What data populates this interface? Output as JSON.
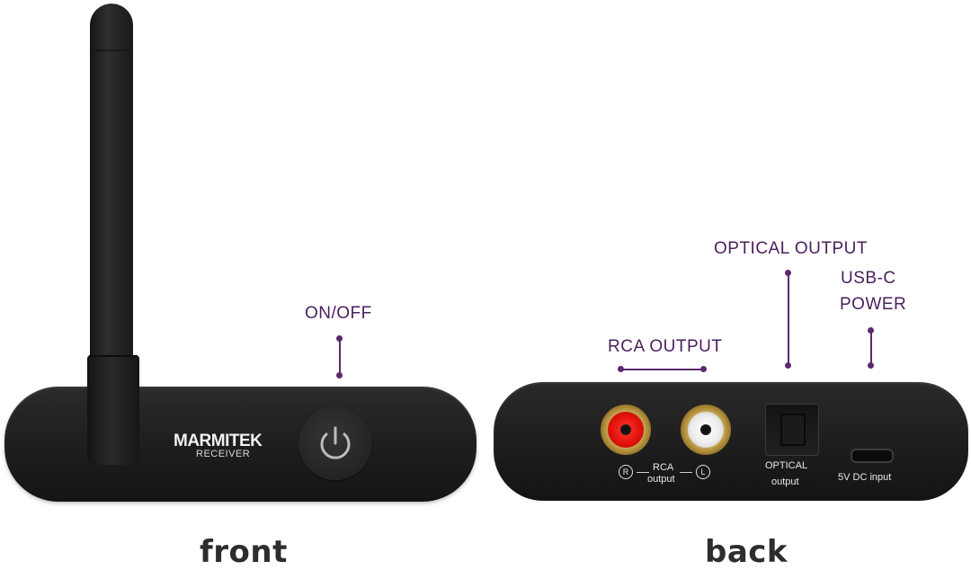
{
  "front": {
    "brand": "MARMITEK",
    "brand_sub": "RECEIVER",
    "callout_onoff": "ON/OFF",
    "caption": "front"
  },
  "back": {
    "callout_rca": "RCA OUTPUT",
    "callout_optical": "OPTICAL OUTPUT",
    "callout_usbc_line1": "USB-C",
    "callout_usbc_line2": "POWER",
    "rca_right_symbol": "R",
    "rca_left_symbol": "L",
    "rca_label_line1": "RCA",
    "rca_label_line2": "output",
    "optical_label_line1": "OPTICAL",
    "optical_label_line2": "output",
    "usbc_label": "5V DC input",
    "caption": "back"
  },
  "colors": {
    "callout": "#5b2a6e",
    "device": "#1d1d1d",
    "rca_red": "#e3120b",
    "rca_white": "#f4f4f4",
    "caption": "#2d2d2d"
  }
}
